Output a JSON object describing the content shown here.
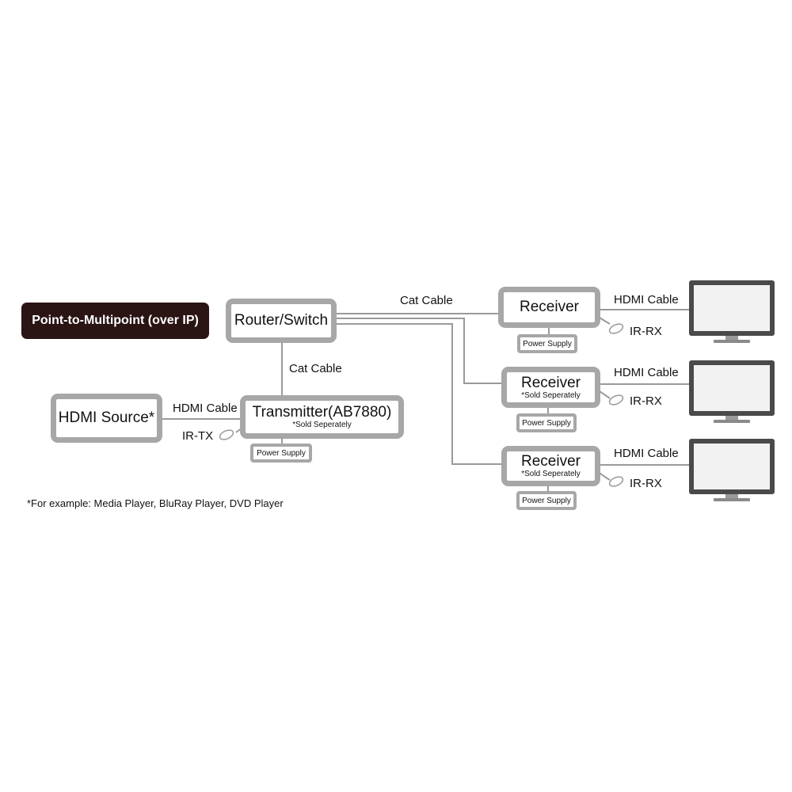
{
  "title": "Point-to-Multipoint (over IP)",
  "footnote": "*For example: Media Player, BluRay Player, DVD Player",
  "router": {
    "label": "Router/Switch"
  },
  "source": {
    "label": "HDMI Source*"
  },
  "transmitter": {
    "label": "Transmitter(AB7880)",
    "note": "*Sold Seperately",
    "power": "Power Supply",
    "ir": "IR-TX"
  },
  "cables": {
    "router_to_receiver": "Cat Cable",
    "router_to_transmitter": "Cat Cable",
    "source_to_transmitter": "HDMI Cable"
  },
  "receivers": [
    {
      "label": "Receiver",
      "note": "",
      "power": "Power Supply",
      "ir": "IR-RX",
      "cable": "HDMI Cable"
    },
    {
      "label": "Receiver",
      "note": "*Sold Seperately",
      "power": "Power Supply",
      "ir": "IR-RX",
      "cable": "HDMI Cable"
    },
    {
      "label": "Receiver",
      "note": "*Sold Seperately",
      "power": "Power Supply",
      "ir": "IR-RX",
      "cable": "HDMI Cable"
    }
  ],
  "colors": {
    "box_border": "#a7a7a7",
    "wire": "#9a9a9a",
    "badge_bg": "#2a1414",
    "monitor_frame": "#4a4a4a"
  }
}
